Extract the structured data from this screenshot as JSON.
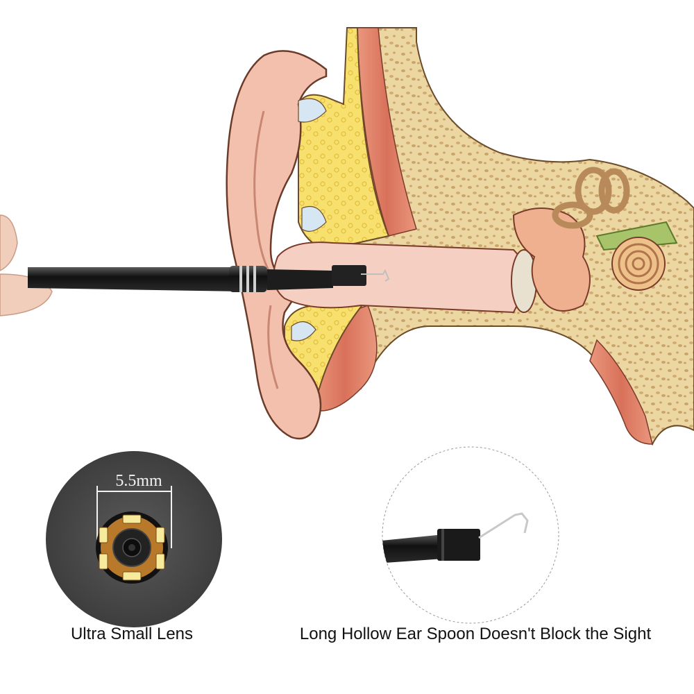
{
  "labels": {
    "lens_dimension": "5.5mm",
    "caption_left": "Ultra Small Lens",
    "caption_right": "Long Hollow Ear Spoon Doesn't Block the Sight"
  },
  "colors": {
    "skin": "#f2c3b0",
    "cartilage": "#f6e27a",
    "bone": "#ecd7a0",
    "muscle": "#e58b72",
    "canal": "#f6cfc3",
    "lens_bg": "#4a4a4a",
    "probe": "#1a1a1a"
  },
  "icons": [
    "ear-anatomy-illustration",
    "otoscope-probe-icon",
    "camera-lens-icon",
    "ear-spoon-hook-icon"
  ]
}
